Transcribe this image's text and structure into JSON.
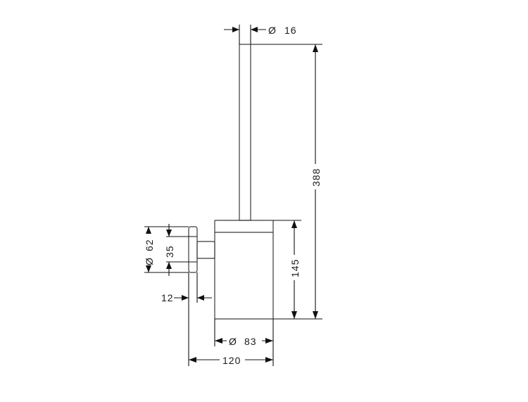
{
  "dimensions": {
    "rod_diameter": "16",
    "total_height": "388",
    "holder_height": "145",
    "holder_diameter": "83",
    "total_depth": "120",
    "rosette_diameter": "62",
    "rosette_center_height": "35",
    "rosette_thickness": "12"
  },
  "symbols": {
    "diameter": "Ø"
  }
}
